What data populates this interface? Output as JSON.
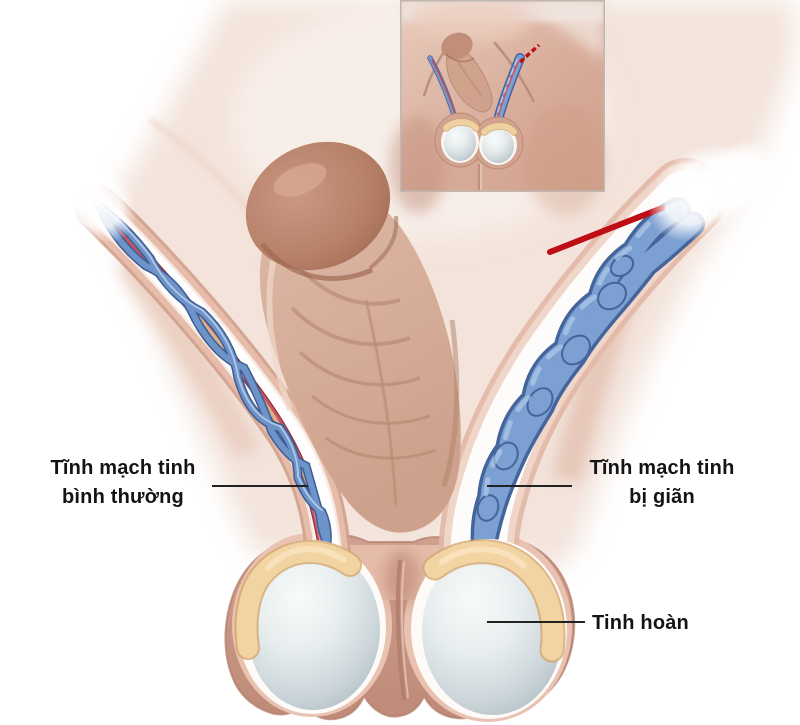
{
  "labels": {
    "normal_vein": {
      "line1": "Tĩnh mạch tinh",
      "line2": "bình thường"
    },
    "dilated_vein": {
      "line1": "Tĩnh mạch tinh",
      "line2": "bị giãn"
    },
    "testicle": {
      "text": "Tinh hoàn"
    }
  },
  "colors": {
    "label_text": "#141414",
    "leader_line": "#222222",
    "marker_red": "#bf0d16",
    "vein_blue": "#7da0d2",
    "vein_outline_blue": "#44649c",
    "artery_red": "#c9525f",
    "vas_cream": "#ecd0a0",
    "skin_tone": "#d8b2a0",
    "scrotum_skin": "#c99482",
    "testis_gray": "#cfd8db",
    "epididymis_cream": "#f2d3a2",
    "background": "#ffffff"
  }
}
